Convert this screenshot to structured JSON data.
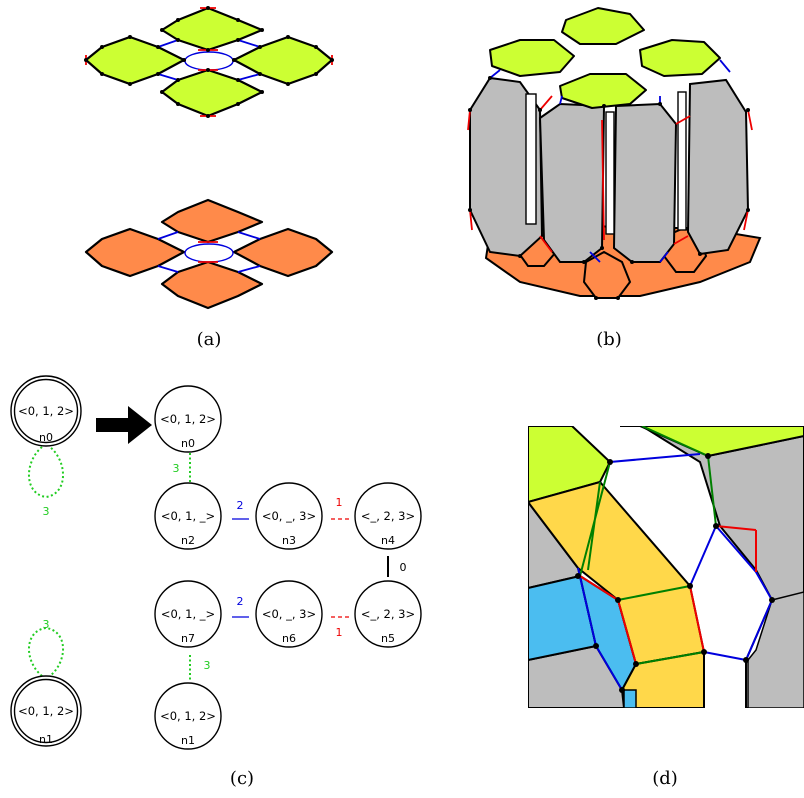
{
  "captions": {
    "a": "(a)",
    "b": "(b)",
    "c": "(c)",
    "d": "(d)"
  },
  "graph": {
    "nodes": {
      "n0_left": {
        "label": "<0, 1, 2>",
        "id": "n0"
      },
      "n1_left": {
        "label": "<0, 1, 2>",
        "id": "n1"
      },
      "n0": {
        "label": "<0, 1, 2>",
        "id": "n0"
      },
      "n2": {
        "label": "<0, 1, _>",
        "id": "n2"
      },
      "n3": {
        "label": "<0, _, 3>",
        "id": "n3"
      },
      "n4": {
        "label": "<_, 2, 3>",
        "id": "n4"
      },
      "n7": {
        "label": "<0, 1, _>",
        "id": "n7"
      },
      "n6": {
        "label": "<0, _, 3>",
        "id": "n6"
      },
      "n5": {
        "label": "<_, 2, 3>",
        "id": "n5"
      },
      "n1": {
        "label": "<0, 1, 2>",
        "id": "n1"
      }
    },
    "edges": {
      "loop_n0": "3",
      "loop_n1": "3",
      "n0_n2": "3",
      "n2_n3": "2",
      "n3_n4": "1",
      "n4_n5": "0",
      "n7_n6": "2",
      "n6_n5": "1",
      "n7_n1": "3"
    }
  },
  "colors": {
    "lime": "#ccff33",
    "orange": "#ff8a4a",
    "gray": "#bdbdbd",
    "yellow": "#ffd84a",
    "cyan": "#4bbdf0",
    "blue_edge": "#0000dd",
    "red_edge": "#ee0000",
    "green_edge": "#008000",
    "loop_green": "#22cc22"
  }
}
